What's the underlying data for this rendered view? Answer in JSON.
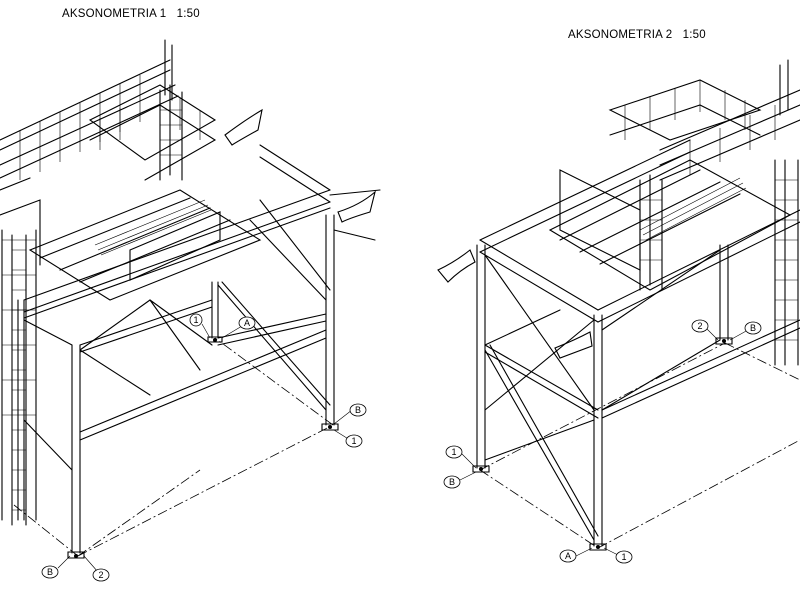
{
  "drawings": [
    {
      "title": "AKSONOMETRIA 1",
      "scale": "1:50",
      "grid_markers": [
        "1",
        "A",
        "B",
        "1",
        "B",
        "2"
      ]
    },
    {
      "title": "AKSONOMETRIA 2",
      "scale": "1:50",
      "grid_markers": [
        "2",
        "B",
        "1",
        "B",
        "A",
        "1"
      ]
    }
  ]
}
